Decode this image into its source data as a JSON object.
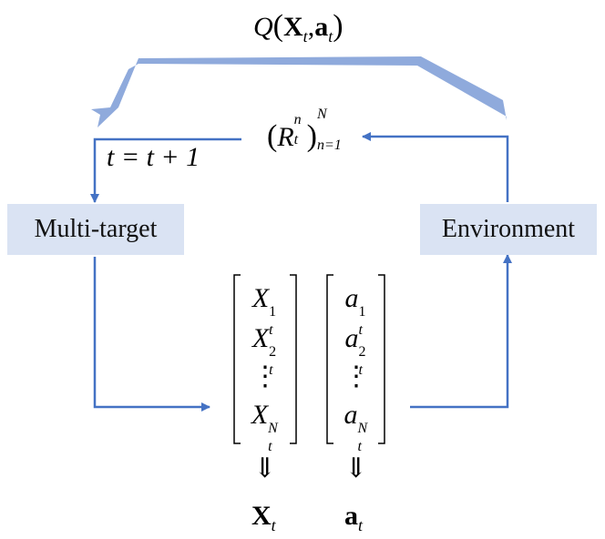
{
  "top_label": {
    "func": "Q",
    "x": "X",
    "x_sub": "t",
    "a": "a",
    "a_sub": "t"
  },
  "reward_label": {
    "symbol": "R",
    "sub": "t",
    "sup": "n",
    "outer_sup": "N",
    "outer_sub": "n=1"
  },
  "time_update": "t = t + 1",
  "boxes": {
    "left": "Multi-target",
    "right": "Environment"
  },
  "state_vector": {
    "items": [
      {
        "sym": "X",
        "sub": "t",
        "sup": "1"
      },
      {
        "sym": "X",
        "sub": "t",
        "sup": "2"
      },
      {
        "sym": "X",
        "sub": "t",
        "sup": "N"
      }
    ],
    "dots": "⋮"
  },
  "action_vector": {
    "items": [
      {
        "sym": "a",
        "sub": "t",
        "sup": "1"
      },
      {
        "sym": "a",
        "sub": "t",
        "sup": "2"
      },
      {
        "sym": "a",
        "sub": "t",
        "sup": "N"
      }
    ],
    "dots": "⋮"
  },
  "implies": "⇓",
  "bottom": {
    "X": "X",
    "X_sub": "t",
    "a": "a",
    "a_sub": "t"
  },
  "colors": {
    "arrow": "#4472c4",
    "big_arrow": "#8faadc",
    "box_fill": "#dae3f3"
  }
}
